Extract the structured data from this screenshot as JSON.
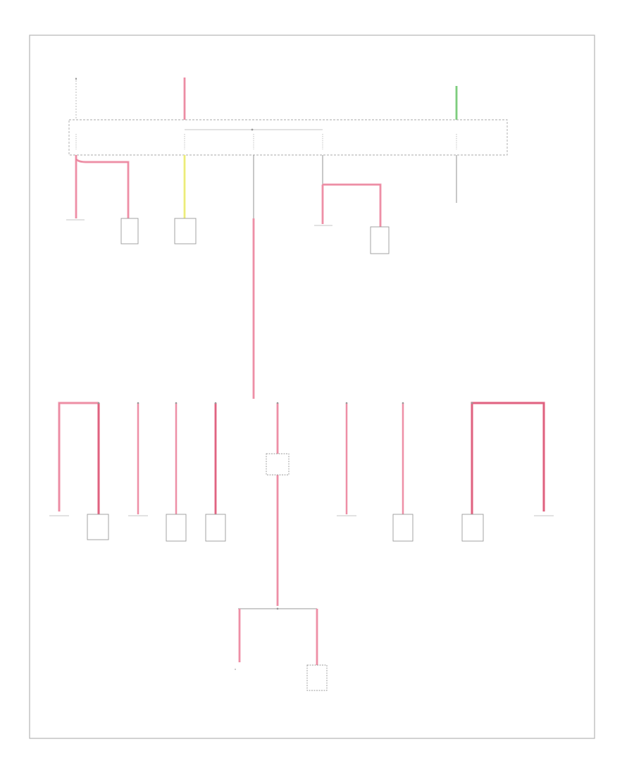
{
  "diagram": {
    "footer_code": "",
    "colors": {
      "wire_pink": "#f0a0b4",
      "wire_red": "#e8708c",
      "wire_yellow": "#f6f68a",
      "wire_green": "#8ed88e",
      "wire_black": "#9a9a9a"
    },
    "top_sources": [
      {
        "id": "src1",
        "label": ""
      },
      {
        "id": "src2",
        "label": ""
      },
      {
        "id": "src3",
        "label": ""
      }
    ],
    "fuse_block": {
      "label": "",
      "fuses": [
        {
          "id": "f1",
          "label": ""
        },
        {
          "id": "f2",
          "label": ""
        },
        {
          "id": "f3",
          "label": ""
        },
        {
          "id": "f4",
          "label": ""
        },
        {
          "id": "f5",
          "label": ""
        }
      ]
    },
    "upper_components": [
      {
        "id": "u1",
        "label": ""
      },
      {
        "id": "u2",
        "label": ""
      },
      {
        "id": "u3",
        "label": ""
      },
      {
        "id": "u4",
        "label": ""
      },
      {
        "id": "u5",
        "label": ""
      },
      {
        "id": "u6",
        "label": ""
      }
    ],
    "splice_label": "",
    "lower_components": [
      {
        "id": "l1",
        "label": ""
      },
      {
        "id": "l2",
        "label": ""
      },
      {
        "id": "l3",
        "label": ""
      },
      {
        "id": "l4",
        "label": ""
      },
      {
        "id": "l5",
        "label": ""
      },
      {
        "id": "l6",
        "label": ""
      },
      {
        "id": "l7",
        "label": ""
      },
      {
        "id": "l8",
        "label": ""
      },
      {
        "id": "l9",
        "label": ""
      }
    ],
    "center_device": {
      "label": ""
    },
    "bottom_components": [
      {
        "id": "b1",
        "label": ""
      },
      {
        "id": "b2",
        "label": ""
      }
    ]
  }
}
